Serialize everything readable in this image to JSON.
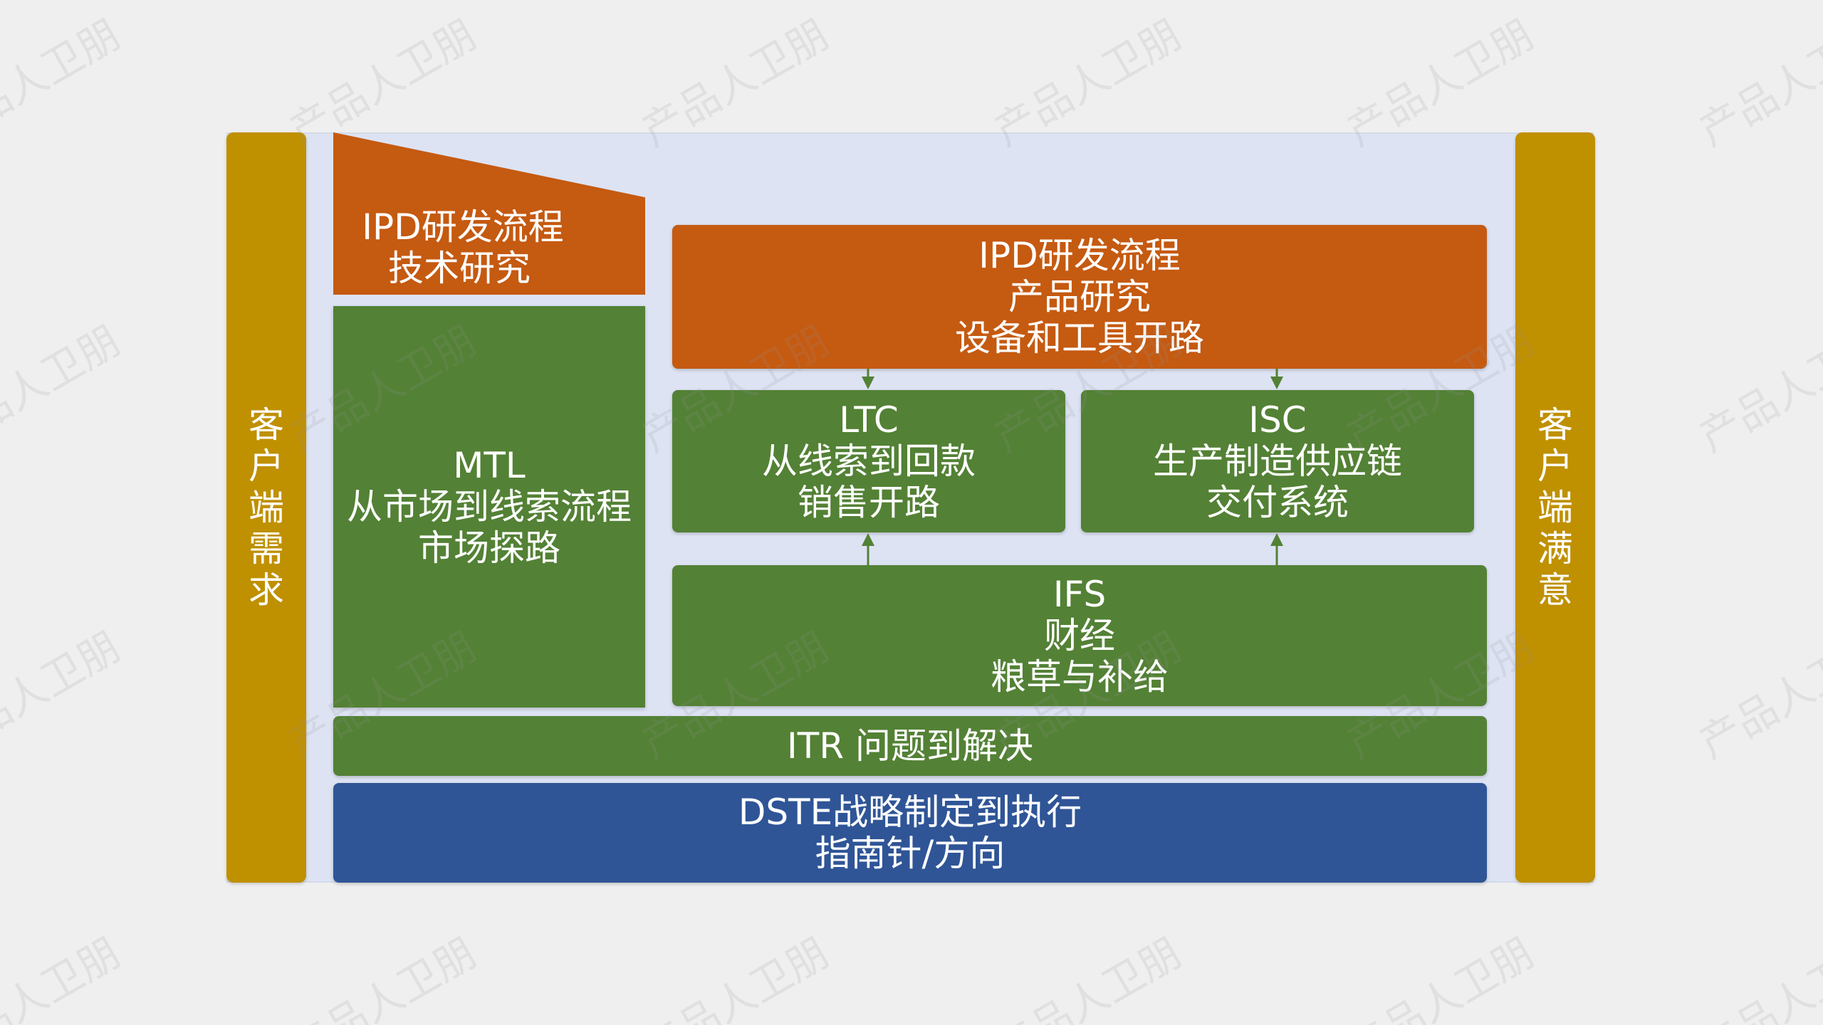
{
  "left_pillar": "客户端需求",
  "right_pillar": "客户端满意",
  "tech_research": {
    "line1": "IPD研发流程",
    "line2": "技术研究"
  },
  "product_research": {
    "line1": "IPD研发流程",
    "line2": "产品研究",
    "line3": "设备和工具开路"
  },
  "mtl": {
    "line1": "MTL",
    "line2": "从市场到线索流程",
    "line3": "市场探路"
  },
  "ltc": {
    "line1": "LTC",
    "line2": "从线索到回款",
    "line3": "销售开路"
  },
  "isc": {
    "line1": "ISC",
    "line2": "生产制造供应链",
    "line3": "交付系统"
  },
  "ifs": {
    "line1": "IFS",
    "line2": "财经",
    "line3": "粮草与补给"
  },
  "itr": {
    "line1": "ITR 问题到解决"
  },
  "dste": {
    "line1": "DSTE战略制定到执行",
    "line2": "指南针/方向"
  },
  "watermark": "产品人卫朋",
  "colors": {
    "pillar": "#bf9000",
    "orange": "#c55a11",
    "green": "#538135",
    "blue": "#2f5597",
    "frame": "#dde3f3",
    "background": "#efefef"
  }
}
